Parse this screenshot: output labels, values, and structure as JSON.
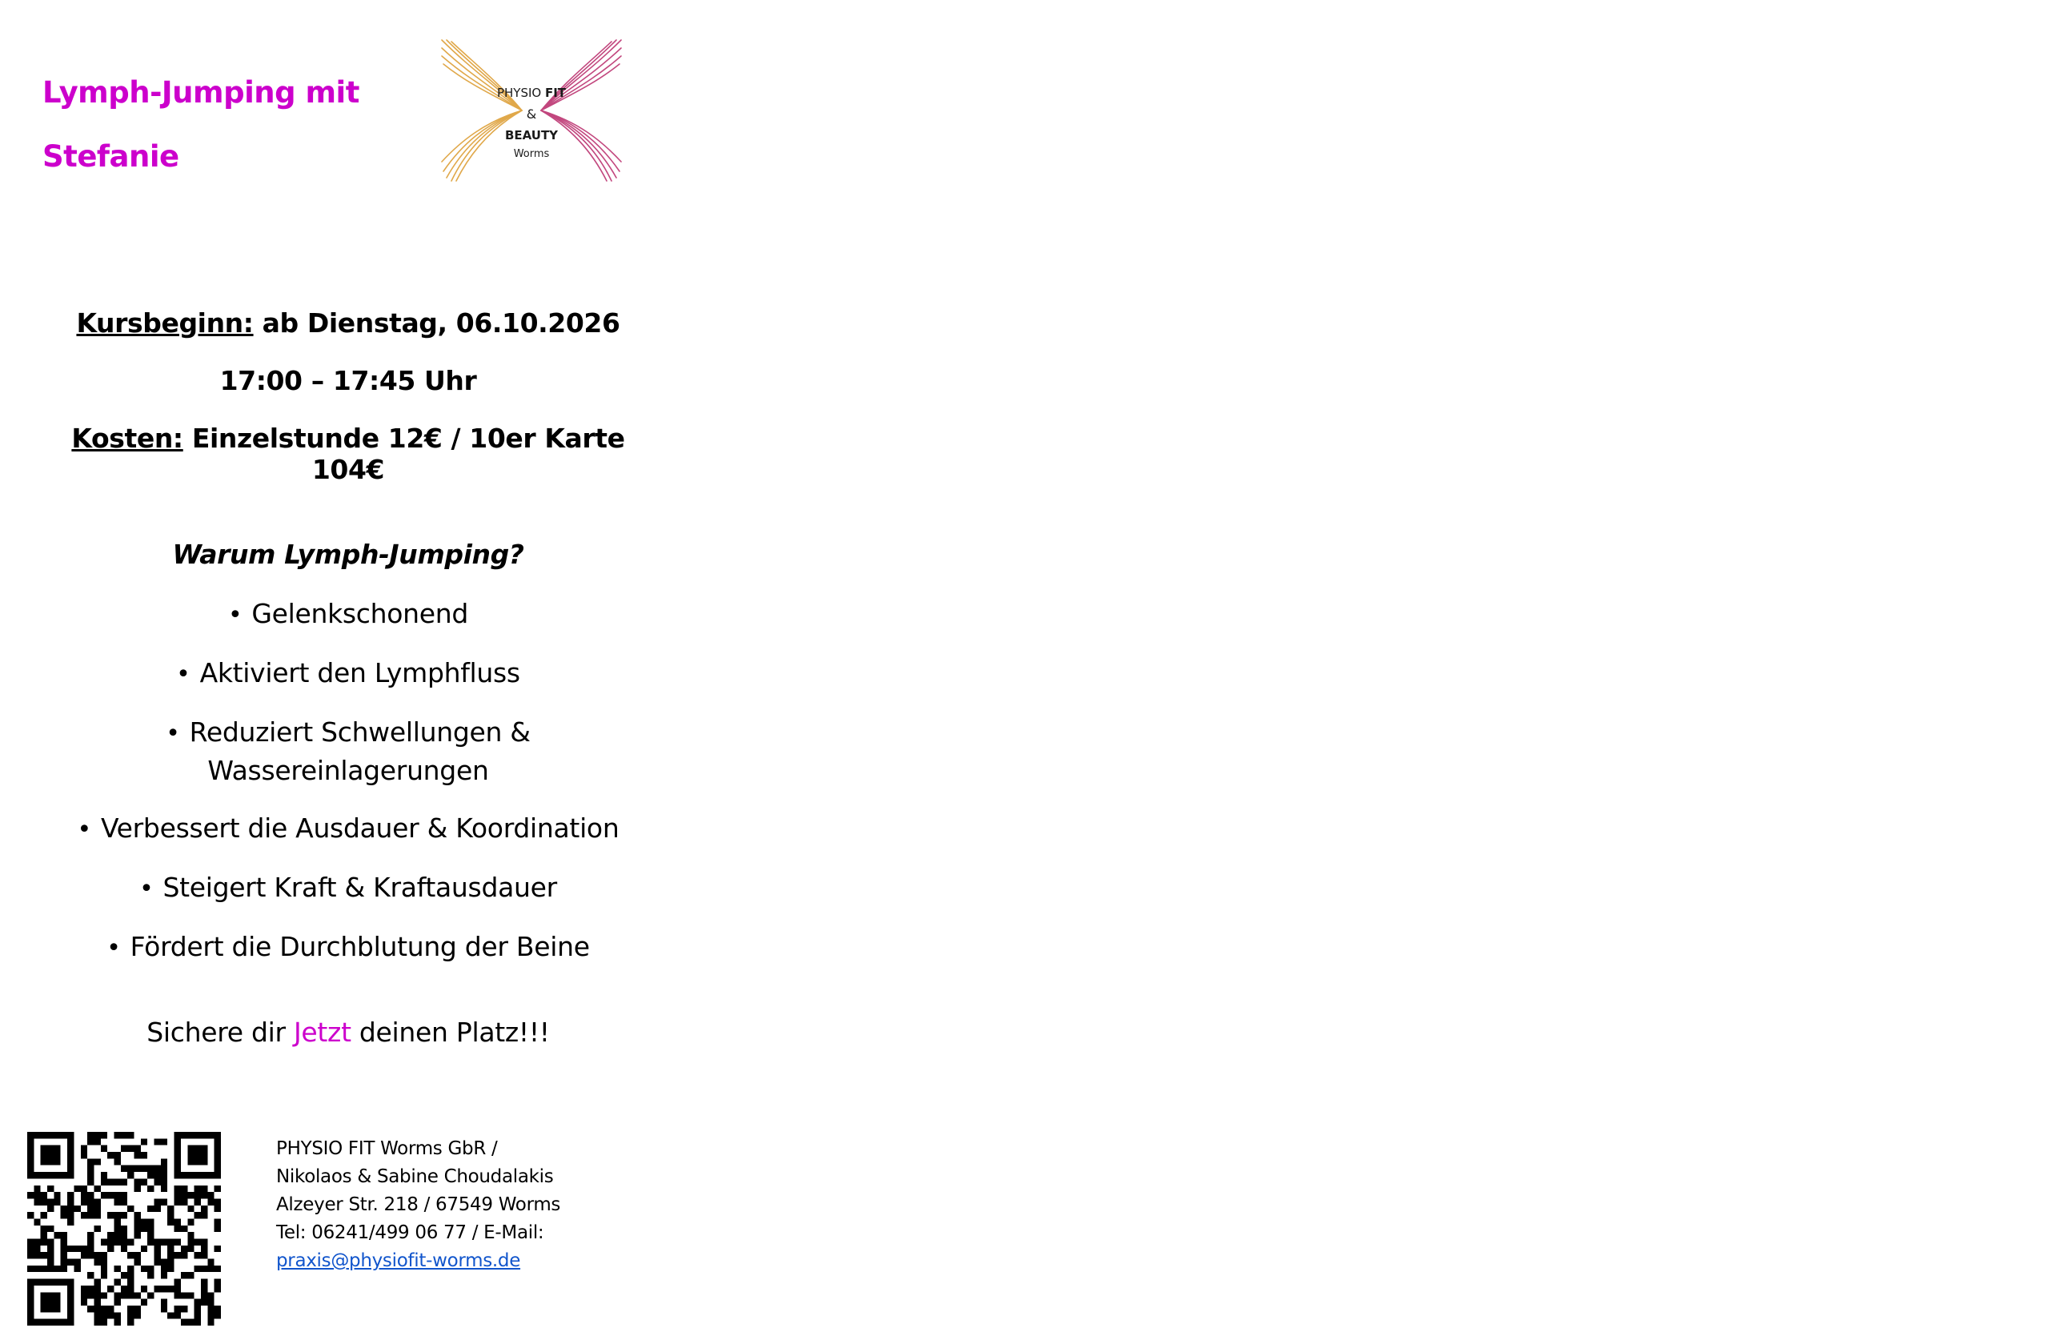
{
  "title": {
    "line1": "Lymph-Jumping mit",
    "line2": "Stefanie"
  },
  "logo": {
    "line1_a": "PHYSIO ",
    "line1_b": "FIT",
    "line2": "&",
    "line3": "BEAUTY",
    "line4": "Worms",
    "colors": {
      "left_wing": "#e0a84a",
      "right_wing": "#c2477e"
    }
  },
  "course": {
    "start_label": "Kursbeginn:",
    "start_value": " ab Dienstag, 06.10.2026",
    "time": "17:00 – 17:45 Uhr",
    "cost_label": "Kosten:",
    "cost_value": " Einzelstunde 12€ / 10er Karte 104€"
  },
  "why": {
    "heading": "Warum Lymph-Jumping?",
    "bullet": "•",
    "items": [
      "Gelenkschonend",
      "Aktiviert den Lymphfluss",
      "Reduziert Schwellungen & Wassereinlagerungen",
      "Verbessert die Ausdauer & Koordination",
      "Steigert Kraft & Kraftausdauer",
      "Fördert die Durchblutung der Beine"
    ]
  },
  "cta": {
    "before": "Sichere dir ",
    "highlight": "Jetzt",
    "after": " deinen Platz!!!",
    "highlight_color": "#cc00cc"
  },
  "contact": {
    "line1": "PHYSIO FIT Worms GbR /",
    "line2": "Nikolaos & Sabine Choudalakis",
    "line3": "Alzeyer Str. 218 / 67549 Worms",
    "line4": "Tel: 06241/499 06 77 / E-Mail:",
    "email": "praxis@physiofit-worms.de"
  },
  "colors": {
    "accent": "#cc00cc",
    "link": "#1155cc"
  }
}
